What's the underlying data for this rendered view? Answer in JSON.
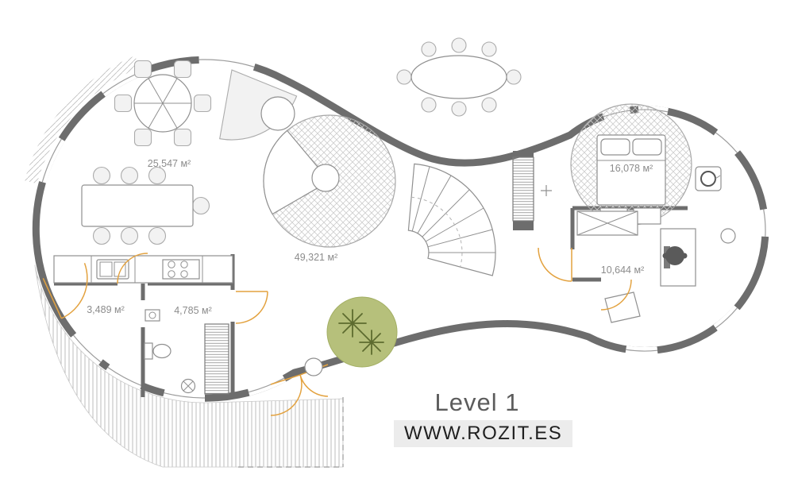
{
  "plan": {
    "level_label": "Level 1",
    "website": "WWW.ROZIT.ES",
    "unit": "м²",
    "rooms": [
      {
        "id": "living-dining",
        "area": "25,547 м²"
      },
      {
        "id": "main-hall",
        "area": "49,321 м²"
      },
      {
        "id": "bedroom",
        "area": "16,078 м²"
      },
      {
        "id": "bedroom-study",
        "area": "10,644 м²"
      },
      {
        "id": "pantry",
        "area": "3,489 м²"
      },
      {
        "id": "bathroom",
        "area": "4,785 м²"
      }
    ]
  },
  "colors": {
    "wall": "#6d6d6d",
    "furniture-line": "#909090",
    "door-accent": "#e3a23f",
    "plant-fill": "#b6c07b",
    "plant-stroke": "#5d6b2f",
    "label-text": "#8c8c8c",
    "title-text": "#5c5c5c",
    "badge-bg": "#ececec",
    "badge-text": "#1f1f1f"
  }
}
